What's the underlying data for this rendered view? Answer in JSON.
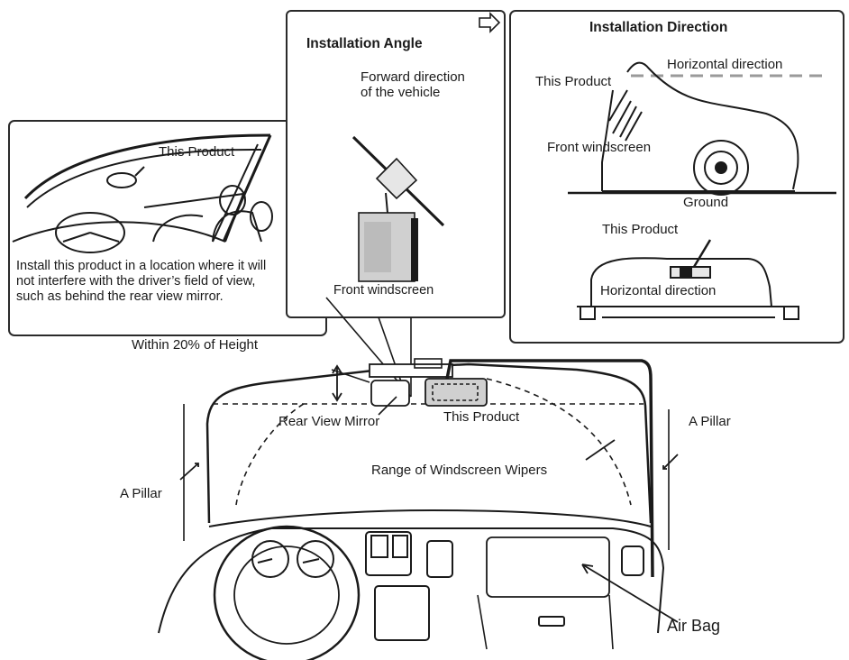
{
  "panels": {
    "angle": {
      "title": "Installation Angle",
      "forward": "Forward direction\nof the vehicle",
      "windscreen": "Front windscreen"
    },
    "direction": {
      "title": "Installation Direction",
      "product_top": "This Product",
      "horizontal_top": "Horizontal direction",
      "windscreen": "Front windscreen",
      "ground": "Ground",
      "product_bottom": "This Product",
      "horizontal_bottom": "Horizontal direction"
    },
    "cabin": {
      "product": "This Product",
      "note": "Install this product in a location where it will not interfere with the driver’s field of view, such as behind the rear view mirror."
    }
  },
  "main": {
    "height_label": "Within 20% of Height",
    "mirror_label": "Rear View Mirror",
    "product_label": "This Product",
    "pillar_right": "A Pillar",
    "pillar_left": "A Pillar",
    "wipers_label": "Range of Windscreen Wipers",
    "airbag_label": "Air Bag"
  },
  "colors": {
    "line": "#1a1a1a",
    "panel_border": "#2a2a2a",
    "fill_gray": "#d8d8d8"
  }
}
